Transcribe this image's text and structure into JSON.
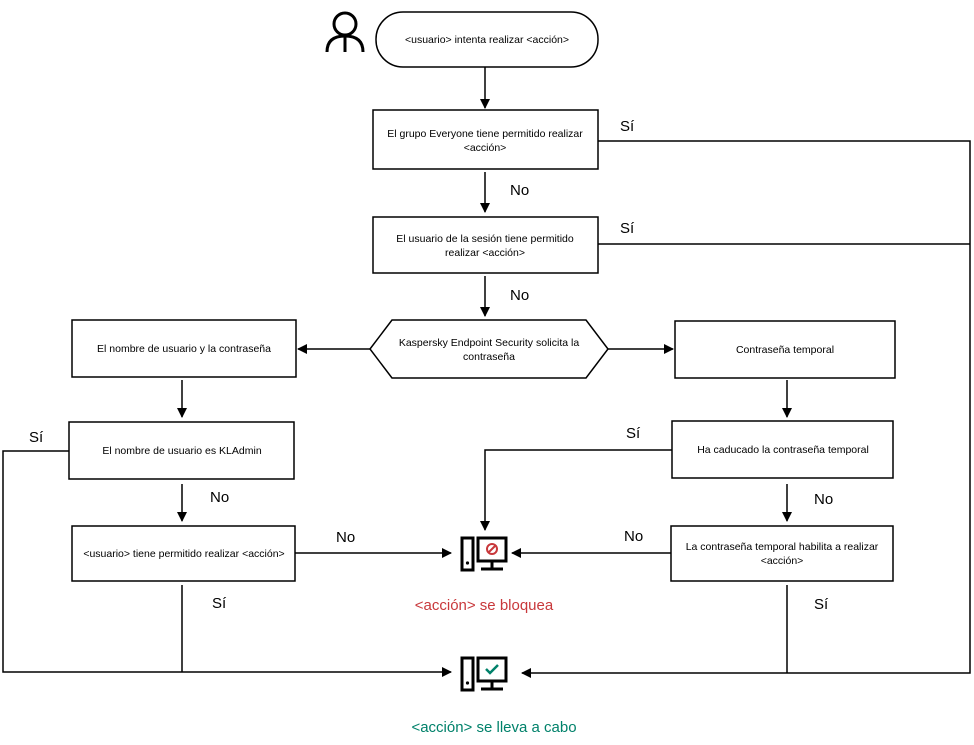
{
  "start": "<usuario> intenta realizar <acción>",
  "nodes": {
    "everyone": [
      "El grupo Everyone tiene permitido realizar",
      "<acción>"
    ],
    "session_user": [
      "El usuario de la sesión tiene permitido",
      "realizar <acción>"
    ],
    "kes_asks": [
      "Kaspersky Endpoint Security solicita la",
      "contraseña"
    ],
    "user_password": "El nombre de usuario y la contraseña",
    "temp_password": "Contraseña temporal",
    "is_kladmin": "El nombre de usuario es KLAdmin",
    "temp_expired": "Ha caducado la contraseña temporal",
    "user_allowed": "<usuario> tiene permitido realizar <acción>",
    "temp_allows": [
      "La contraseña temporal habilita a realizar",
      "<acción>"
    ]
  },
  "edge_labels": {
    "yes": "Sí",
    "no": "No"
  },
  "results": {
    "blocked": "<acción> se bloquea",
    "allowed": "<acción> se lleva a cabo"
  },
  "colors": {
    "blocked": "#c8383b",
    "allowed": "#00816a"
  }
}
